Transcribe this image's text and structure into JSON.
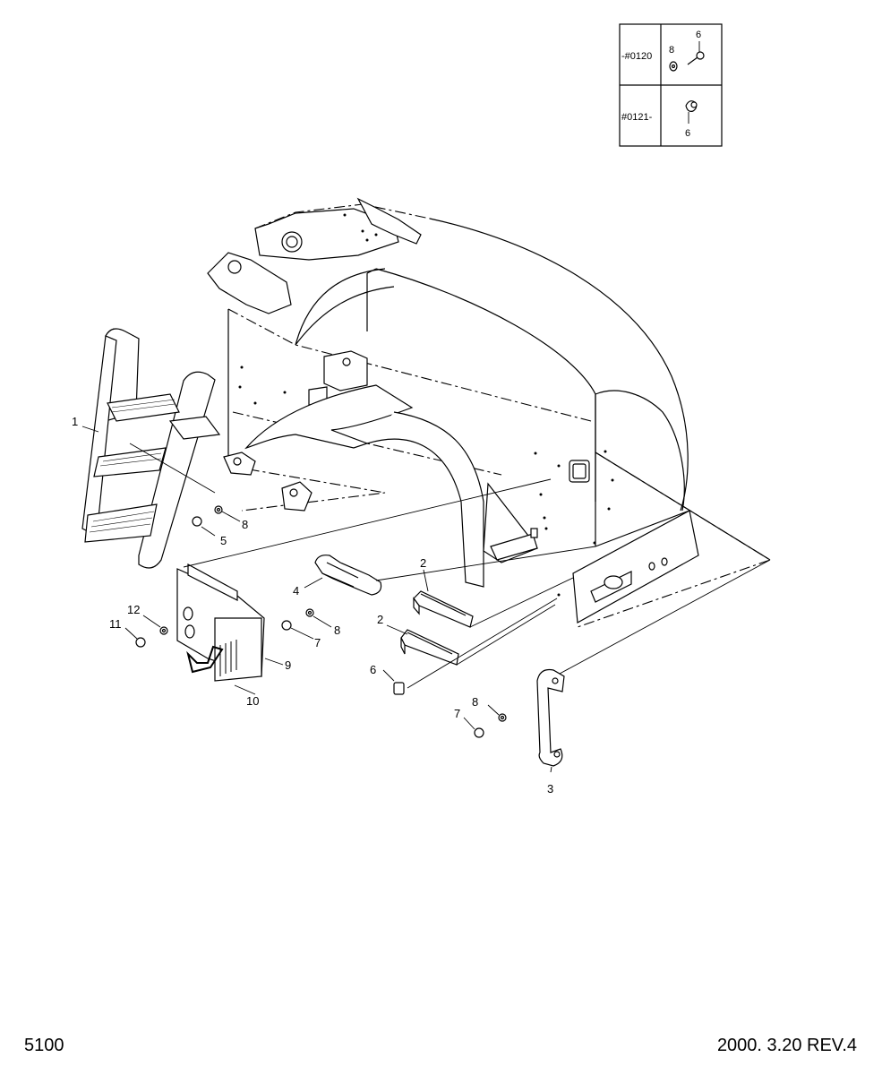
{
  "inset_table": {
    "rows": [
      {
        "serial_range": "-#0120",
        "labels": [
          "8",
          "6"
        ]
      },
      {
        "serial_range": "#0121-",
        "labels": [
          "6"
        ]
      }
    ]
  },
  "callouts": [
    {
      "id": "c1",
      "text": "1"
    },
    {
      "id": "c2a",
      "text": "2"
    },
    {
      "id": "c2b",
      "text": "2"
    },
    {
      "id": "c3",
      "text": "3"
    },
    {
      "id": "c4",
      "text": "4"
    },
    {
      "id": "c5",
      "text": "5"
    },
    {
      "id": "c6",
      "text": "6"
    },
    {
      "id": "c7a",
      "text": "7"
    },
    {
      "id": "c7b",
      "text": "7"
    },
    {
      "id": "c8a",
      "text": "8"
    },
    {
      "id": "c8b",
      "text": "8"
    },
    {
      "id": "c8c",
      "text": "8"
    },
    {
      "id": "c9",
      "text": "9"
    },
    {
      "id": "c10",
      "text": "10"
    },
    {
      "id": "c11",
      "text": "11"
    },
    {
      "id": "c12",
      "text": "12"
    }
  ],
  "footer": {
    "page_code": "5100",
    "revision": "2000. 3.20  REV.4"
  }
}
